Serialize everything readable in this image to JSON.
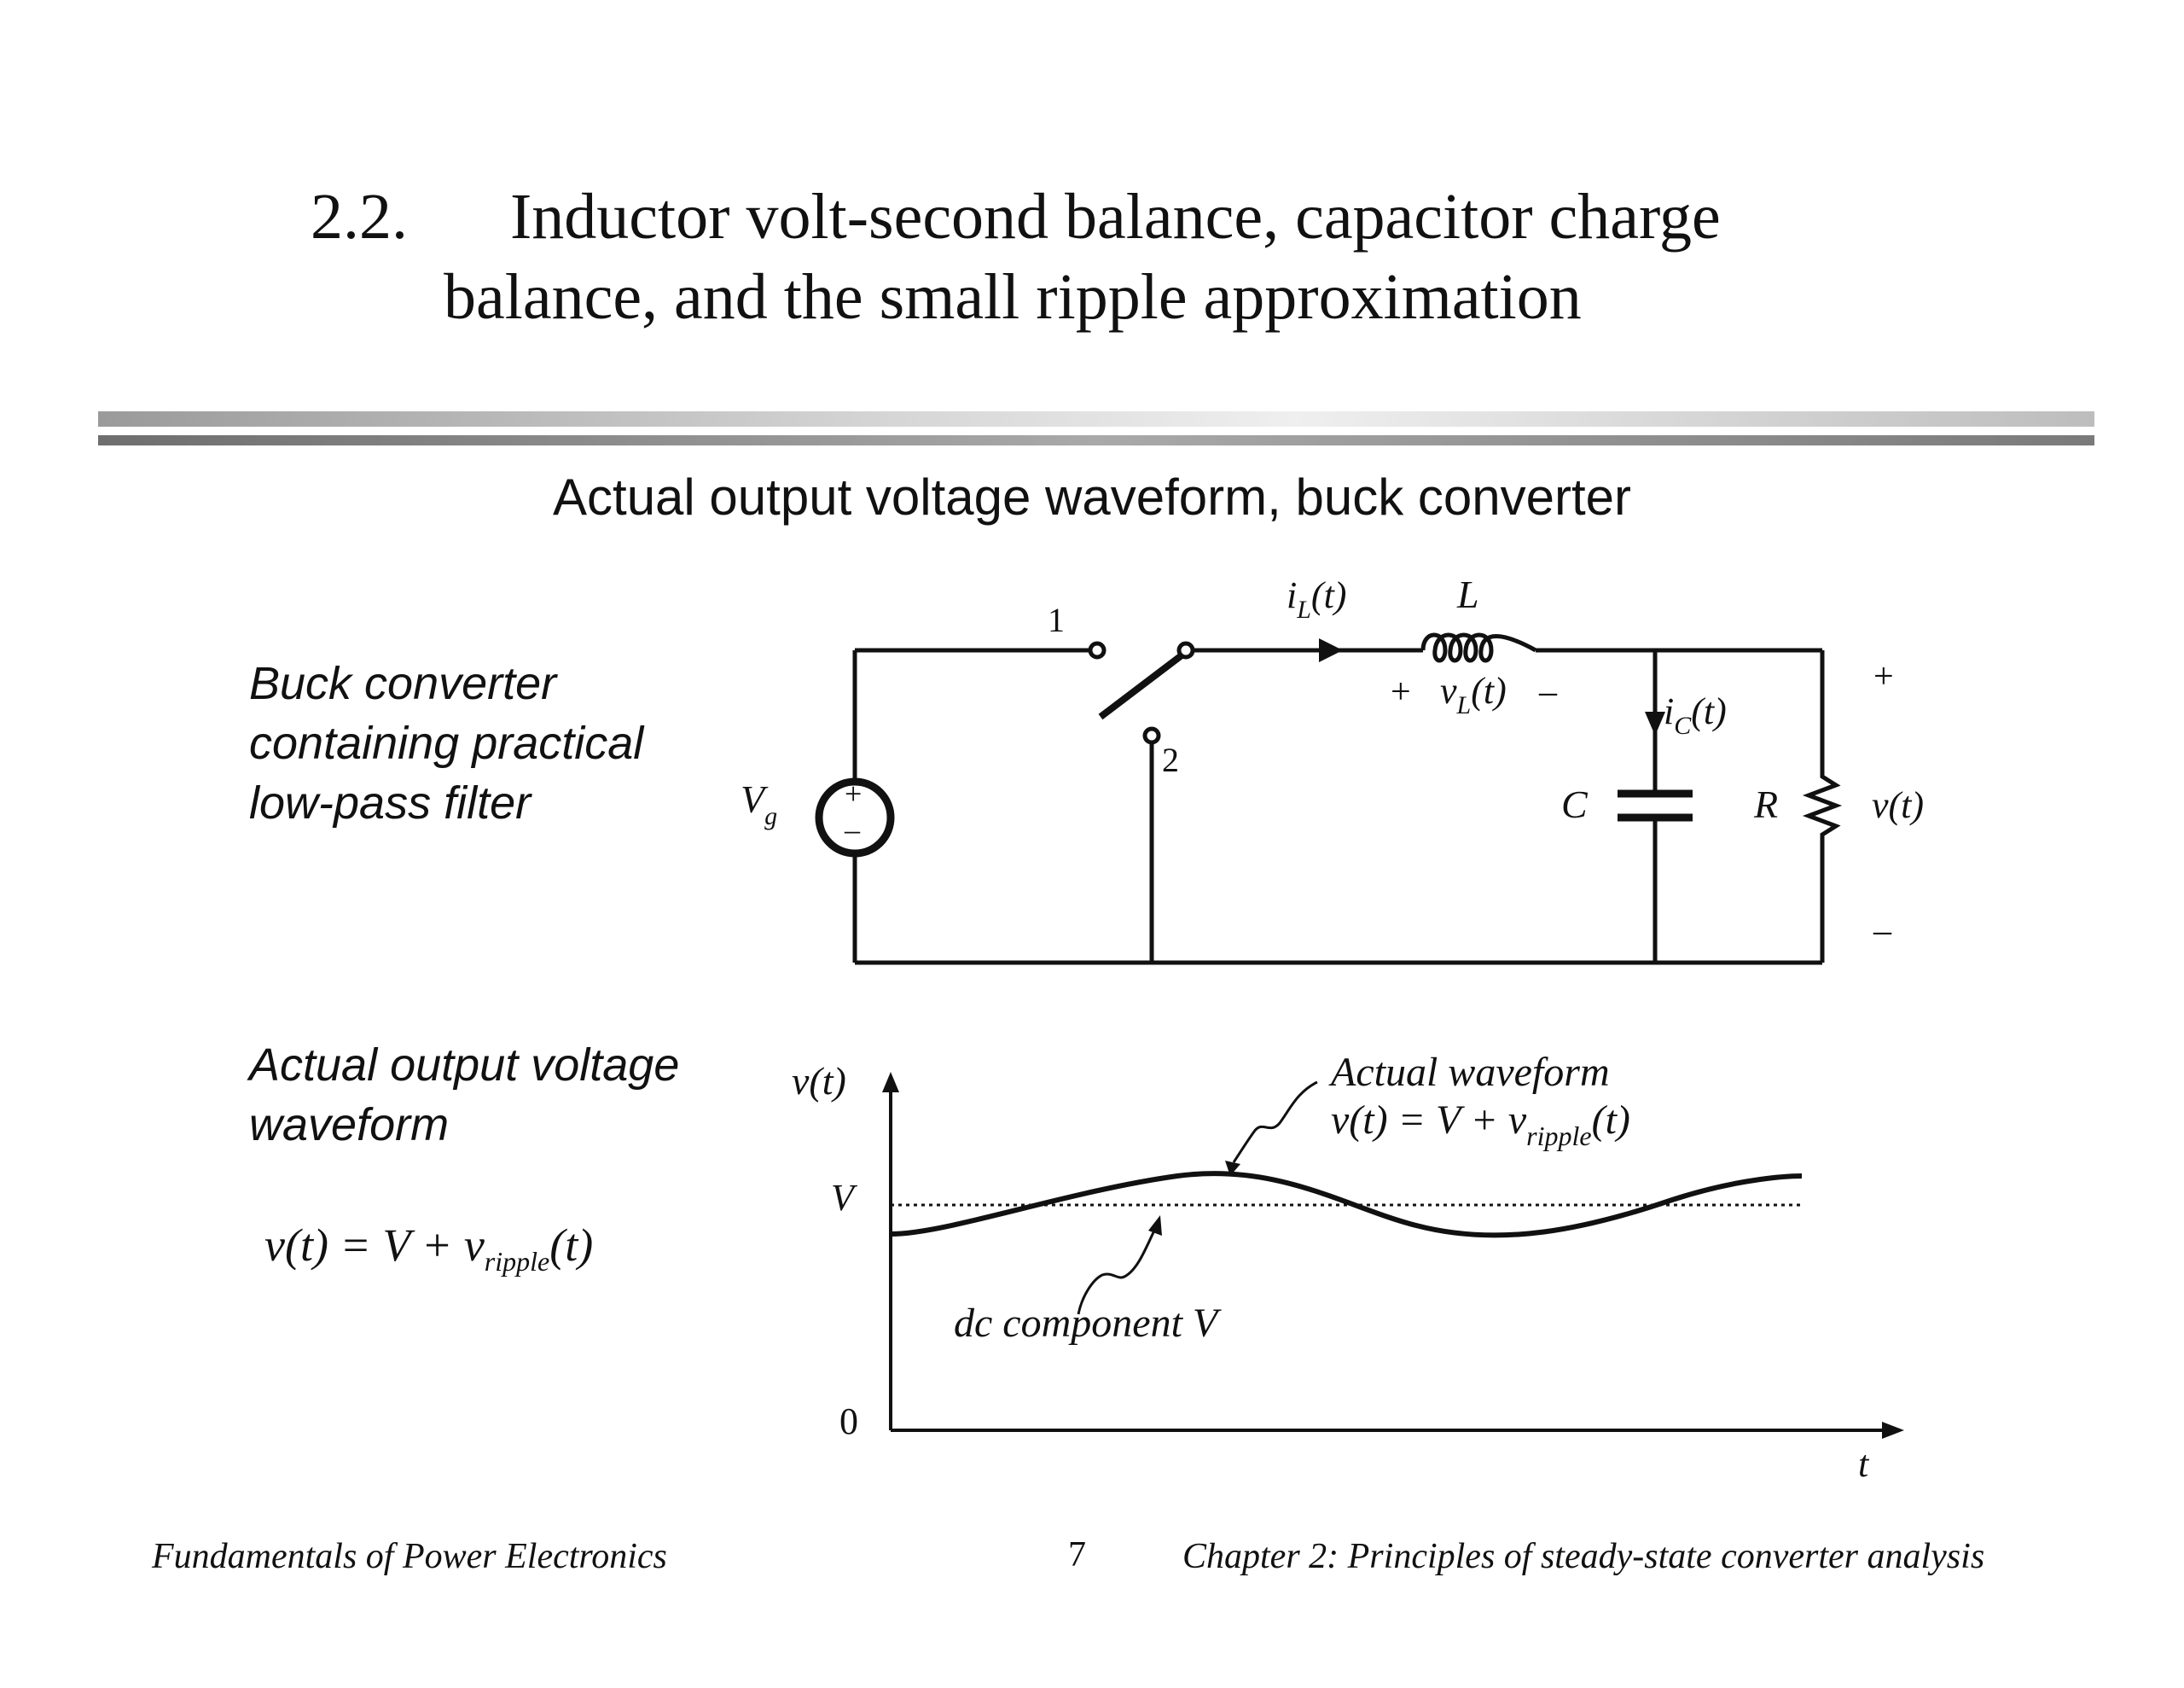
{
  "title": {
    "number": "2.2.",
    "line1": "Inductor volt-second balance, capacitor charge",
    "line2": "balance, and the small ripple approximation"
  },
  "subtitle": "Actual output voltage waveform, buck converter",
  "circuit_caption": [
    "Buck converter",
    "containing practical",
    "low-pass filter"
  ],
  "waveform_caption": [
    "Actual output voltage",
    "waveform"
  ],
  "equation": {
    "lhs": "v(t) = V + v",
    "sub": "ripple",
    "rhs": "(t)"
  },
  "circuit": {
    "source_label": "V",
    "source_sub": "g",
    "switch_pos1": "1",
    "switch_pos2": "2",
    "inductor_current": "i",
    "inductor_current_sub": "L",
    "inductor_current_arg": "(t)",
    "inductor_label": "L",
    "inductor_voltage_plus": "+",
    "inductor_voltage": "v",
    "inductor_voltage_sub": "L",
    "inductor_voltage_arg": "(t)",
    "inductor_voltage_minus": "–",
    "capacitor_current": "i",
    "capacitor_current_sub": "C",
    "capacitor_current_arg": "(t)",
    "capacitor_label": "C",
    "resistor_label": "R",
    "output_plus": "+",
    "output_label": "v(t)",
    "output_minus": "–"
  },
  "waveform": {
    "y_axis_label": "v(t)",
    "v_tick": "V",
    "zero_tick": "0",
    "x_axis_label": "t",
    "actual_label_line1": "Actual waveform",
    "actual_label_line2_main": "v(t) = V + v",
    "actual_label_line2_sub": "ripple",
    "actual_label_line2_end": "(t)",
    "dc_label": "dc component V"
  },
  "footer": {
    "left": "Fundamentals of Power Electronics",
    "page": "7",
    "right": "Chapter 2: Principles of steady-state converter analysis"
  }
}
